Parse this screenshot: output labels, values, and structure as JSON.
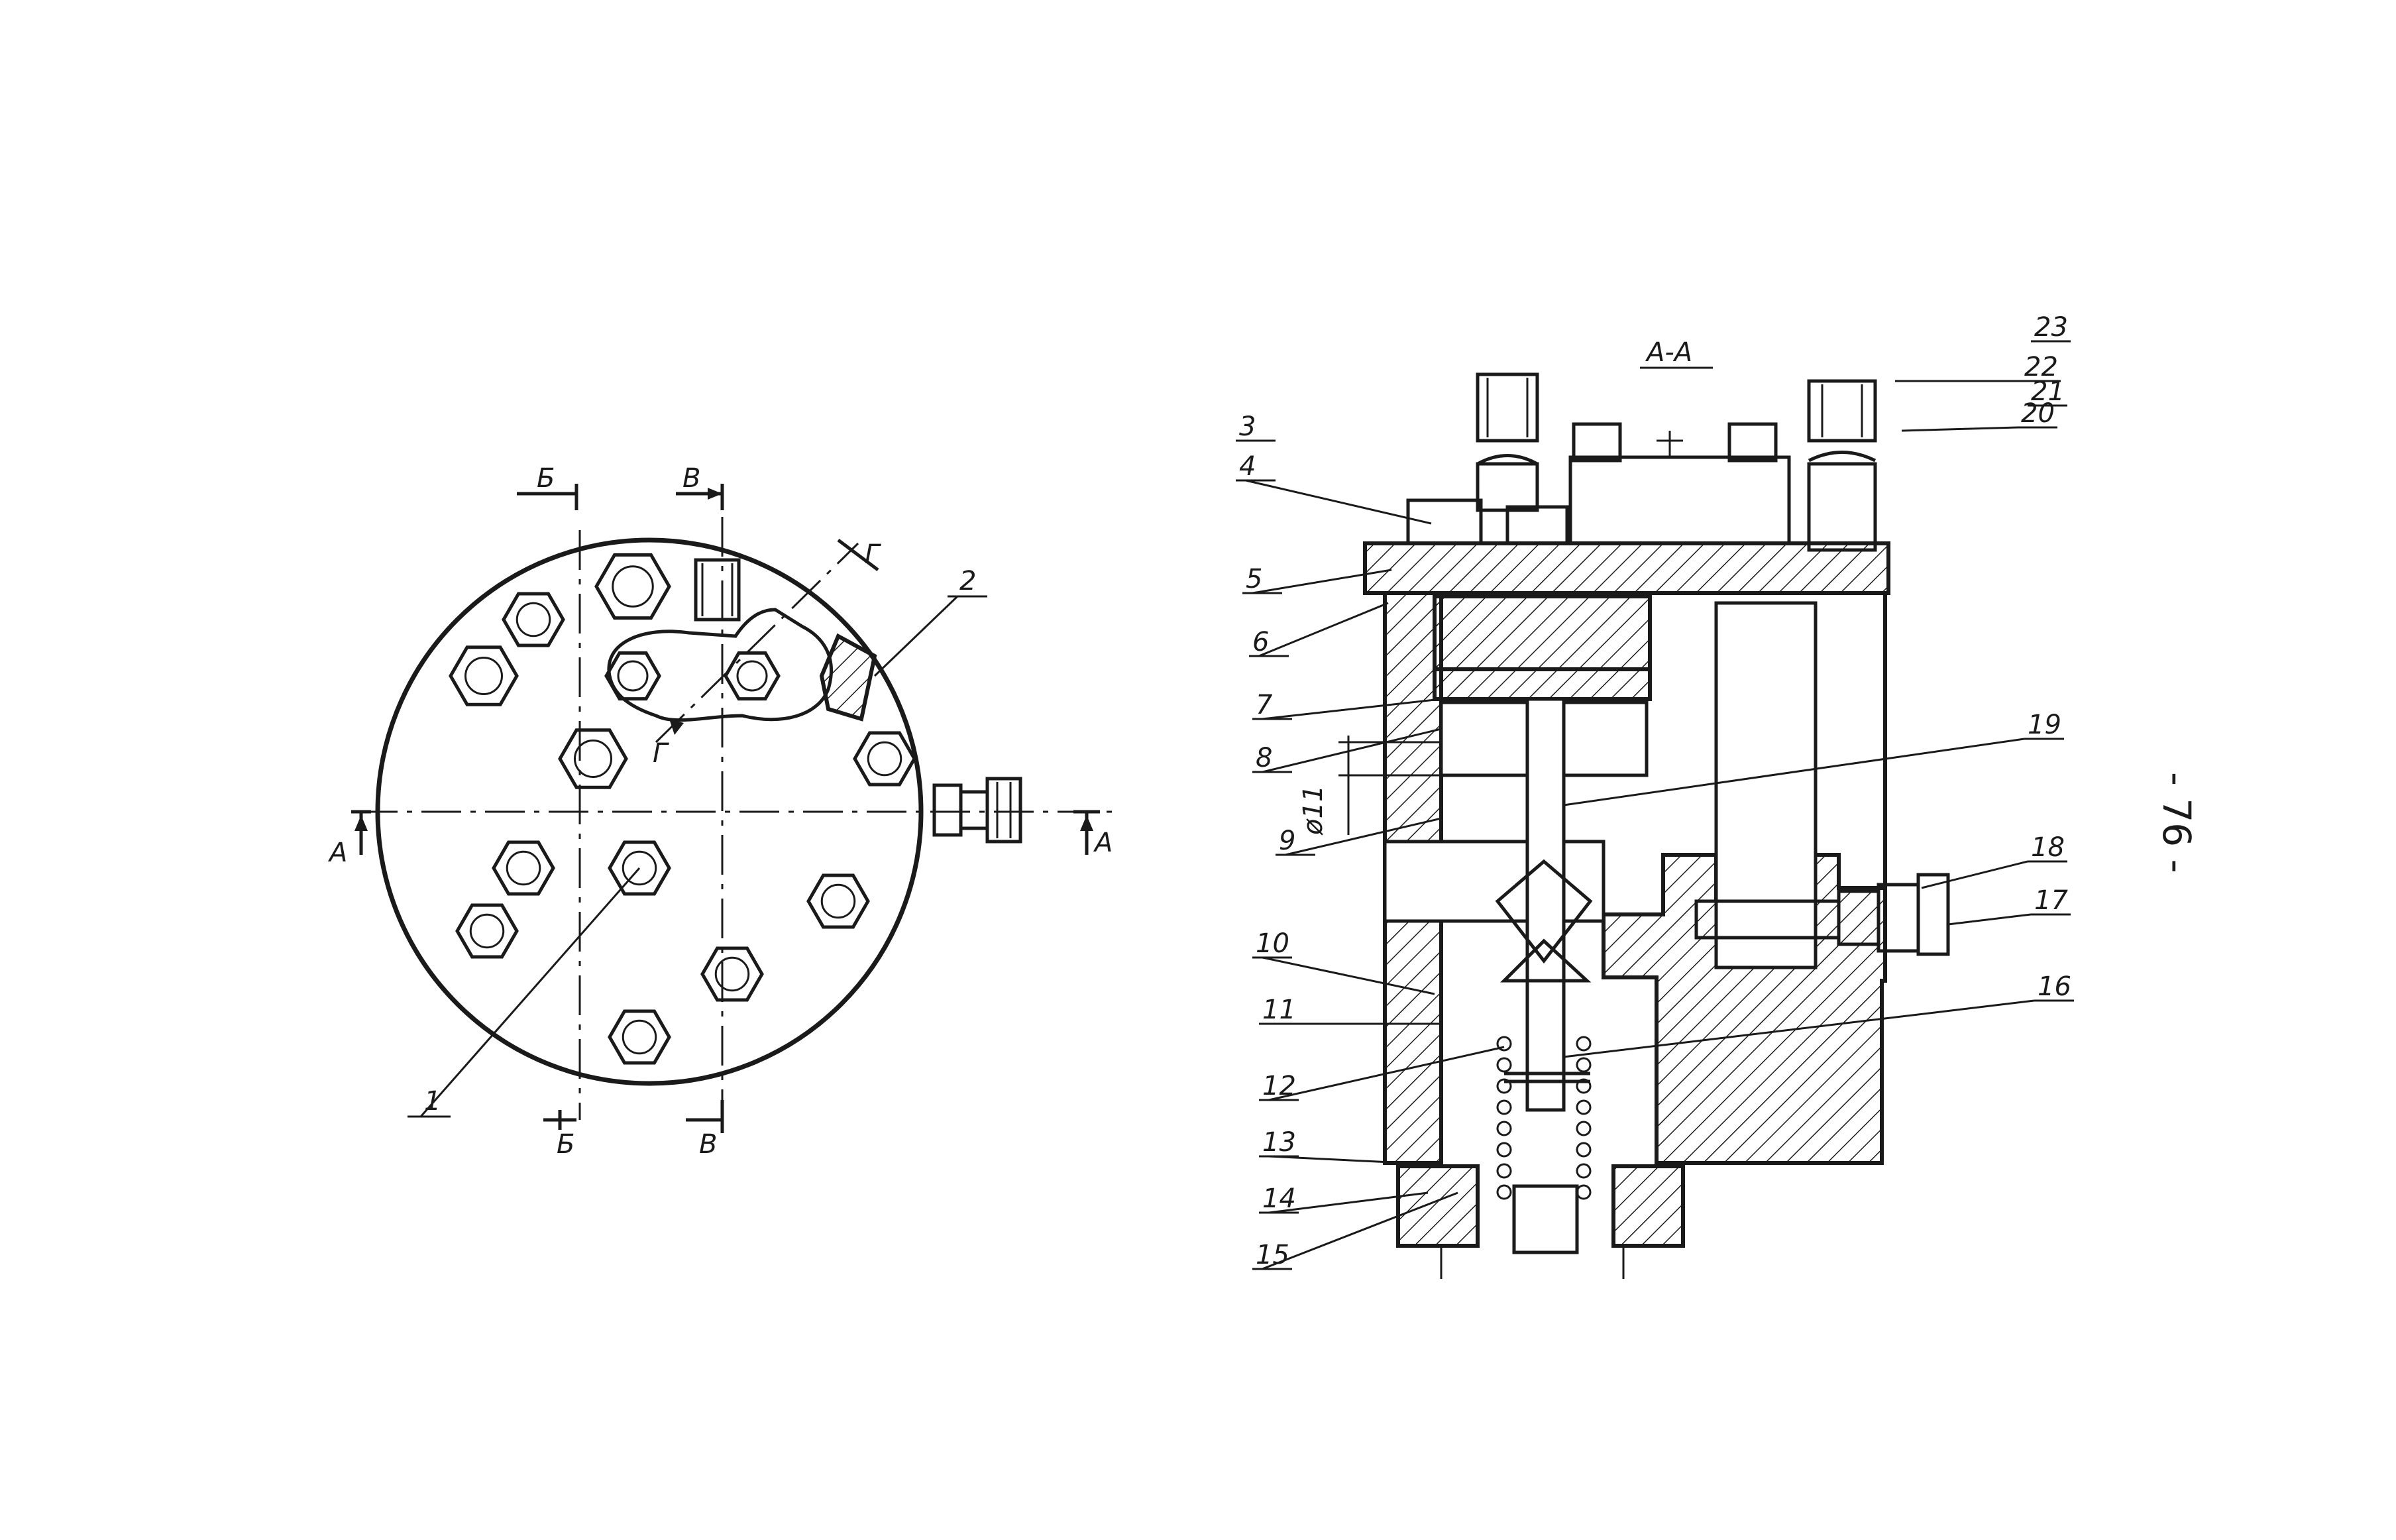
{
  "left_view": {
    "section_marks": {
      "b_top": "Б",
      "v_top": "В",
      "b_bottom": "Б",
      "v_bottom": "В",
      "a_left": "А",
      "a_right": "А",
      "g_top": "Г",
      "g_mid": "Г"
    },
    "callouts": {
      "c1": "1",
      "c2": "2"
    }
  },
  "right_view": {
    "title": "А-А",
    "dimension": "ø11",
    "callouts": {
      "c3": "3",
      "c4": "4",
      "c5": "5",
      "c6": "6",
      "c7": "7",
      "c8": "8",
      "c9": "9",
      "c10": "10",
      "c11": "11",
      "c12": "12",
      "c13": "13",
      "c14": "14",
      "c15": "15",
      "c16": "16",
      "c17": "17",
      "c18": "18",
      "c19": "19",
      "c20": "20",
      "c21": "21",
      "c22": "22",
      "c23": "23"
    }
  },
  "page_number": "- 76 -"
}
